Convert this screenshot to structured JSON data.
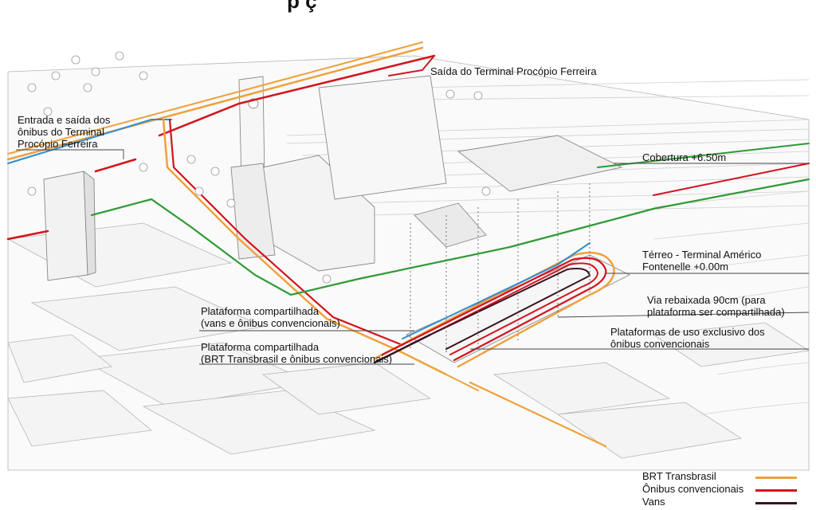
{
  "title_fragment": "p       ç",
  "colors": {
    "brt": "#f0a03c",
    "onibus": "#d2141e",
    "vans": "#3a1420",
    "blue": "#2b8fd4",
    "green": "#2f9a35",
    "building": "#9a9a9a",
    "ground": "#c8c8c8"
  },
  "labels": {
    "saida": "Saída do Terminal Procópio Ferreira",
    "entrada_1": "Entrada e saída dos",
    "entrada_2": "ônibus do Terminal",
    "entrada_3": "Procópio Ferreira",
    "cobertura": "Cobertura +6.50m",
    "terreo_1": "Térreo - Terminal Américo",
    "terreo_2": "Fontenelle +0.00m",
    "via_1": "Via rebaixada 90cm (para",
    "via_2": "plataforma ser compartilhada)",
    "plat_vans_1": "Plataforma compartilhada",
    "plat_vans_2": "(vans e ônibus convencionais)",
    "plat_exclusivo_1": "Plataformas de uso exclusivo dos",
    "plat_exclusivo_2": "ônibus convencionais",
    "plat_brt_1": "Plataforma compartilhada",
    "plat_brt_2": "(BRT Transbrasil e ônibus convencionais)"
  },
  "legend": [
    {
      "label": "BRT Transbrasil",
      "color": "#f0a03c"
    },
    {
      "label": "Ônibus convencionais",
      "color": "#d2141e"
    },
    {
      "label": "Vans",
      "color": "#3a1420"
    }
  ]
}
